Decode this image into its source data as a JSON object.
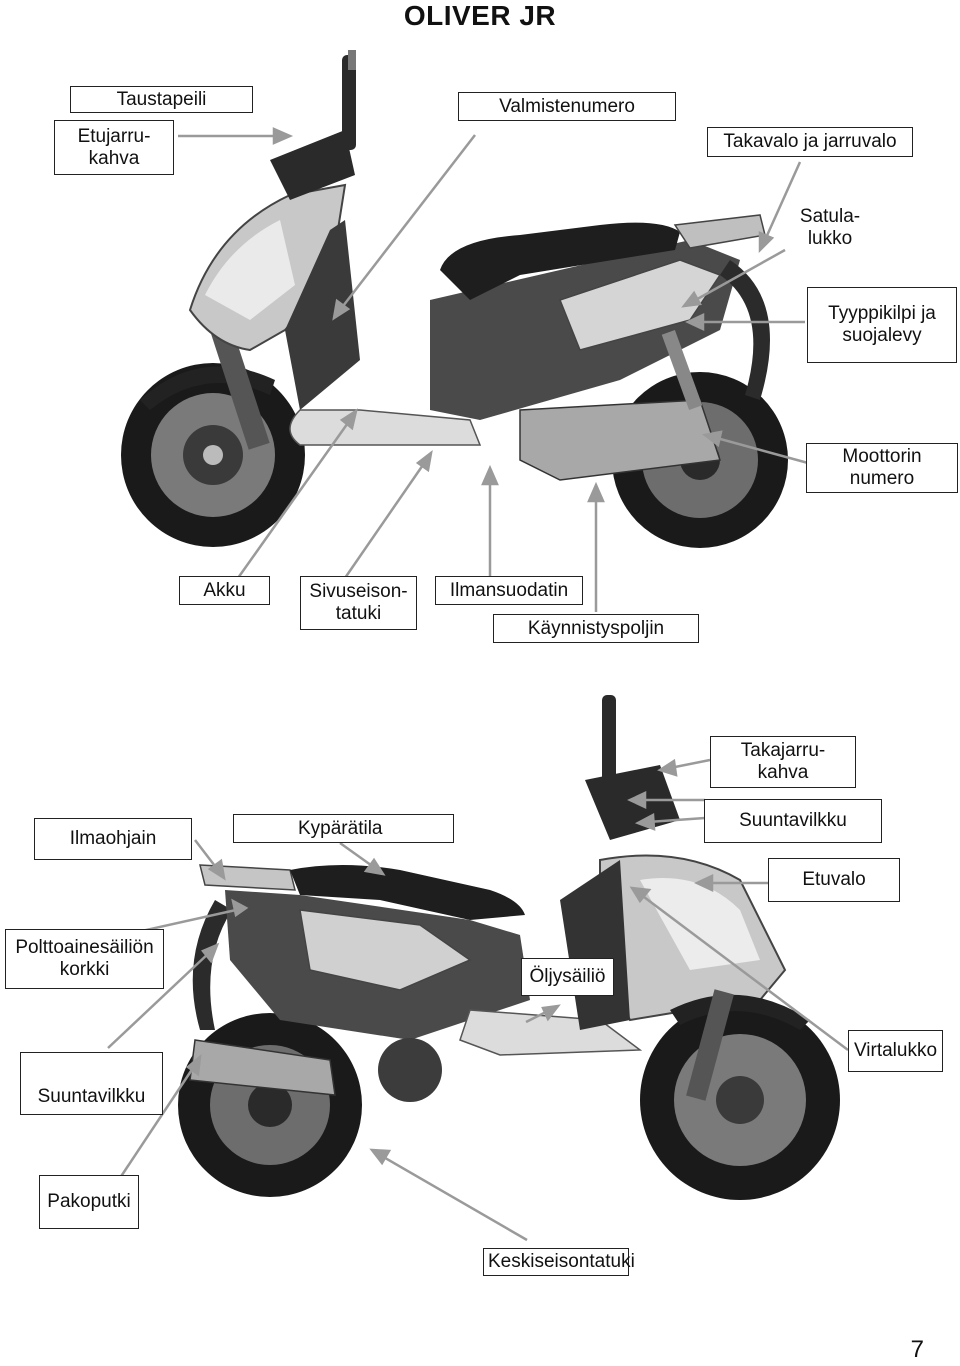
{
  "title": "OLIVER JR",
  "page_number": "7",
  "top_diagram": {
    "labels": {
      "taustapeili": "Taustapeili",
      "etujarrukahva": "Etujarru-\nkahva",
      "valmistenumero": "Valmistenumero",
      "takavalo": "Takavalo ja jarruvalo",
      "satulalukko": "Satula-\nlukko",
      "tyyppikilpi": "Tyyppikilpi ja\nsuojalevy",
      "moottorin_numero": "Moottorin\nnumero",
      "akku": "Akku",
      "sivuseisontatuki": "Sivuseison-\ntatuki",
      "ilmansuodatin": "Ilmansuodatin",
      "kaynnistyspoljin": "Käynnistyspoljin"
    }
  },
  "bottom_diagram": {
    "labels": {
      "takajarrukahva": "Takajarru-\nkahva",
      "ilmaohjain": "Ilmaohjain",
      "kyparatila": "Kypärätila",
      "suuntavilkku_front": "Suuntavilkku",
      "etuvalo": "Etuvalo",
      "polttoaine": "Polttoainesäiliön\nkorkki",
      "oljysailio": "Öljysäiliö",
      "virtalukko": "Virtalukko",
      "suuntavilkku_rear": "Suuntavilkku",
      "pakoputki": "Pakoputki",
      "keskiseisontatuki": "Keskiseisontatuki"
    }
  }
}
